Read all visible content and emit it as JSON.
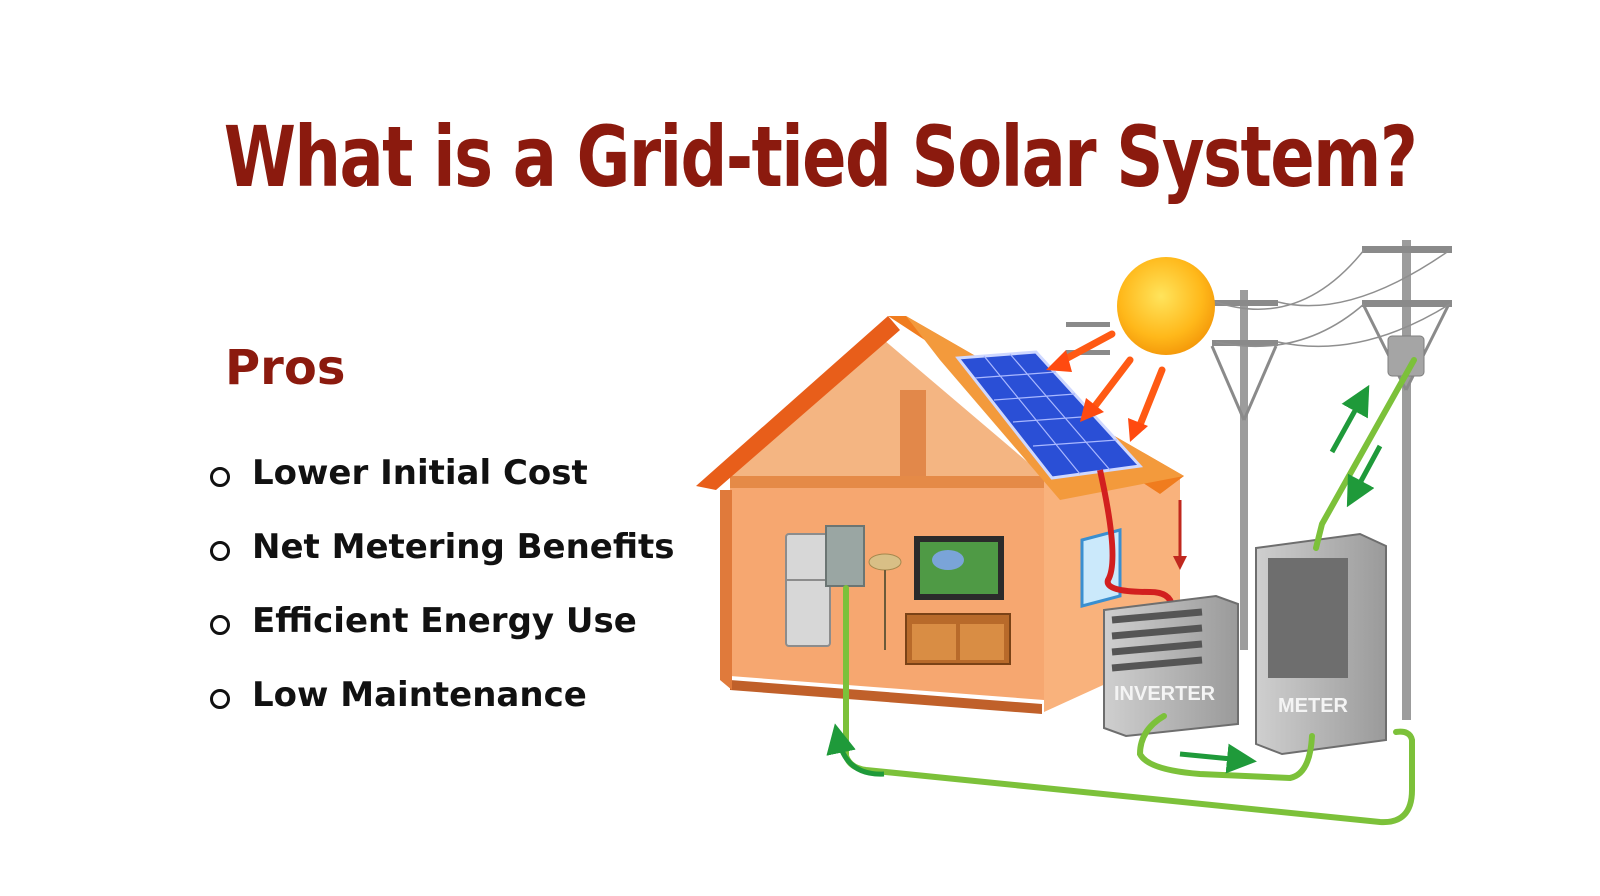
{
  "title": "What is a Grid-tied Solar System?",
  "pros": {
    "heading": "Pros",
    "items": [
      "Lower Initial Cost",
      "Net Metering Benefits",
      "Efficient Energy Use",
      "Low Maintenance"
    ]
  },
  "diagram": {
    "inverter_label": "INVERTER",
    "meter_label": "METER"
  },
  "colors": {
    "title": "#8b1a0e",
    "roof": "#f07c1e",
    "wall": "#f6a56b",
    "wire": "#7cc13a",
    "arrow_green": "#1f9a3a",
    "arrow_red": "#c0281e",
    "sun": "#ffbe1e"
  }
}
